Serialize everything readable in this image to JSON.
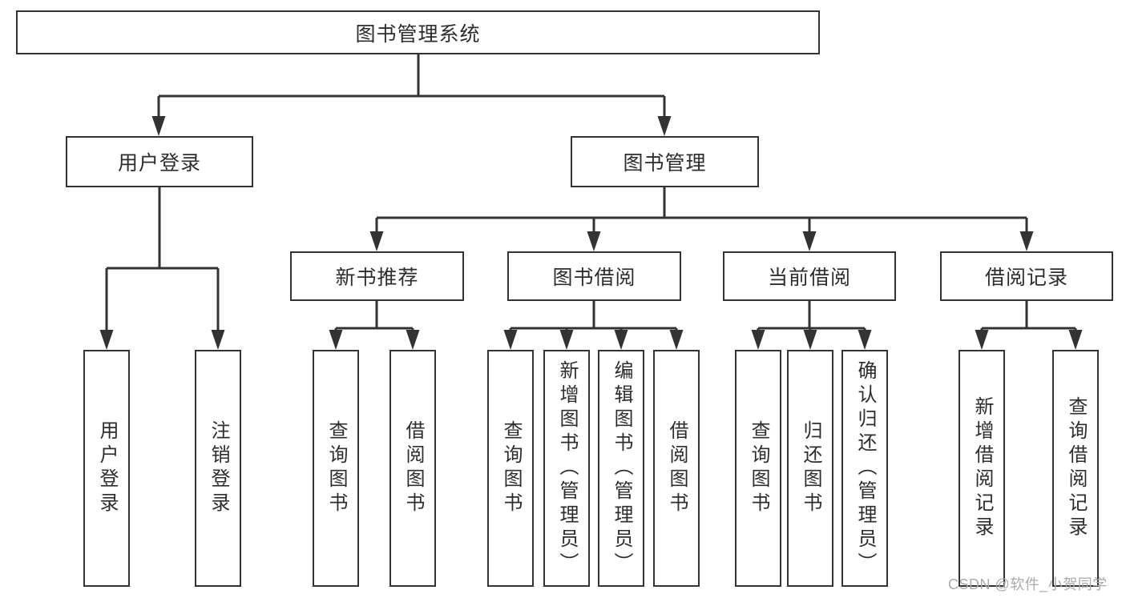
{
  "tree": {
    "label": "图书管理系统",
    "children": [
      {
        "label": "用户登录",
        "children": [
          {
            "label": "用户登录"
          },
          {
            "label": "注销登录"
          }
        ]
      },
      {
        "label": "图书管理",
        "children": [
          {
            "label": "新书推荐",
            "children": [
              {
                "label": "查询图书"
              },
              {
                "label": "借阅图书"
              }
            ]
          },
          {
            "label": "图书借阅",
            "children": [
              {
                "label": "查询图书"
              },
              {
                "label": "新增图书（管理员）"
              },
              {
                "label": "编辑图书（管理员）"
              },
              {
                "label": "借阅图书"
              }
            ]
          },
          {
            "label": "当前借阅",
            "children": [
              {
                "label": "查询图书"
              },
              {
                "label": "归还图书"
              },
              {
                "label": "确认归还（管理员）"
              }
            ]
          },
          {
            "label": "借阅记录",
            "children": [
              {
                "label": "新增借阅记录"
              },
              {
                "label": "查询借阅记录"
              }
            ]
          }
        ]
      }
    ]
  },
  "watermark": {
    "text": "CSDN @软件_小贺同学"
  },
  "colors": {
    "line": "#333333",
    "text": "#2d2d2d",
    "watermark": "#ababab",
    "background": "#ffffff"
  }
}
